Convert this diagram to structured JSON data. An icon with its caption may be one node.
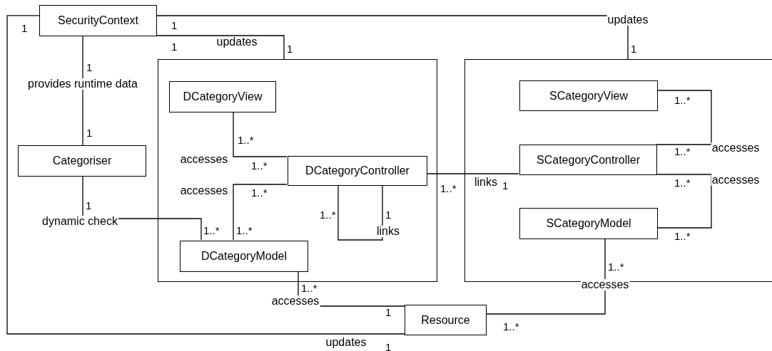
{
  "diagram": {
    "nodes": [
      {
        "text": [
          "SecurityContext"
        ]
      },
      {
        "text": [
          "Categoriser"
        ]
      },
      {
        "text": [],
        "shape": "box"
      },
      {
        "text": [
          "DCategoryView"
        ],
        "in": 2
      },
      {
        "text": [
          "DCategoryController"
        ],
        "in": 2
      },
      {
        "text": [
          "DCategoryModel"
        ],
        "in": 2
      },
      {
        "text": [],
        "shape": "box"
      },
      {
        "text": [
          "SCategoryView"
        ],
        "in": 6
      },
      {
        "text": [
          "SCategoryController"
        ],
        "in": 6
      },
      {
        "text": [
          "SCategoryModel"
        ],
        "in": 6
      },
      {
        "text": [
          "Resource"
        ]
      }
    ],
    "edges": [
      {
        "from": 0,
        "to": 2,
        "arrow": "none",
        "label": "updates"
      },
      {
        "from": 0,
        "to": 6,
        "arrow": "none",
        "label": "updates"
      },
      {
        "from": 0,
        "to": 1,
        "arrow": "none",
        "label": "provides runtime data"
      },
      {
        "from": 0,
        "to": 10,
        "arrow": "none",
        "label": "updates"
      },
      {
        "from": 5,
        "to": 10,
        "arrow": "none",
        "label": "accesses"
      },
      {
        "from": 1,
        "to": 5,
        "arrow": "none",
        "label": "dynamic check"
      },
      {
        "from": 3,
        "to": 4,
        "arrow": "none",
        "label": "accesses"
      },
      {
        "from": 4,
        "to": 5,
        "arrow": "none",
        "label": "accesses"
      },
      {
        "from": 4,
        "to": 4,
        "arrow": "none",
        "label": "links"
      },
      {
        "from": 4,
        "to": 8,
        "arrow": "none",
        "label": "links"
      },
      {
        "from": 7,
        "to": 8,
        "arrow": "none",
        "label": "accesses"
      },
      {
        "from": 8,
        "to": 9,
        "arrow": "none",
        "label": "accesses"
      },
      {
        "from": 9,
        "to": 10,
        "arrow": "none",
        "label": "accesses"
      }
    ],
    "labels": [
      "1",
      "1",
      "1",
      "1",
      "1",
      "1",
      "1",
      "1..*",
      "1..*",
      "1..*",
      "1",
      "1..*",
      "1",
      "1..*",
      "1..*",
      "1..*",
      "1",
      "1..*",
      "1..*",
      "1..*",
      "1..*",
      "1..*",
      "1..*",
      "1",
      "1..*",
      "1"
    ]
  }
}
